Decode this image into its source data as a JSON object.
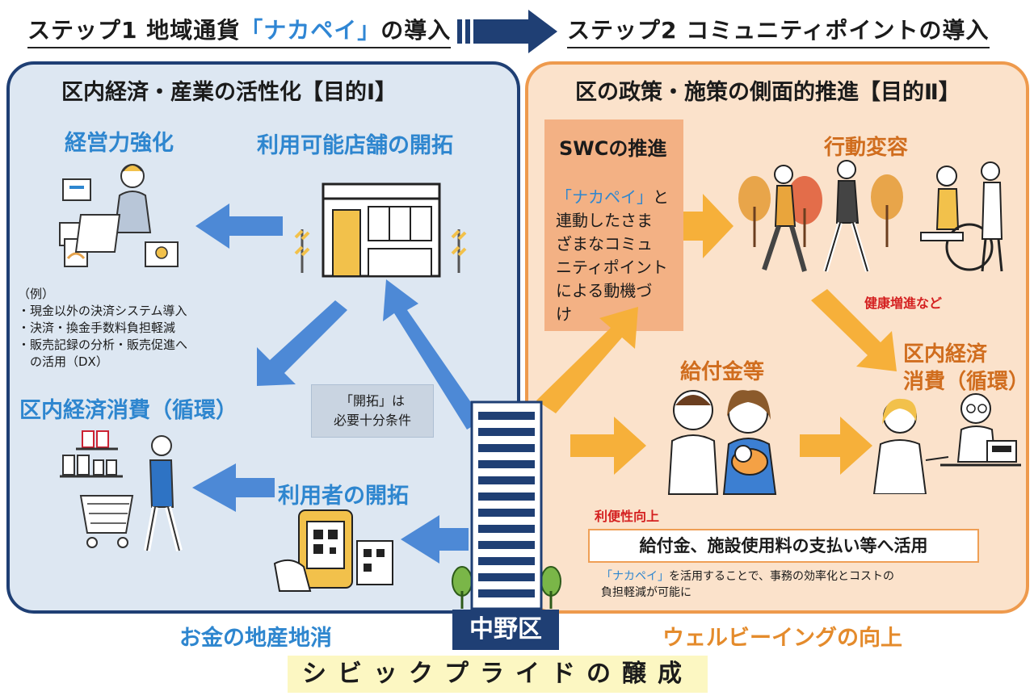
{
  "header": {
    "step1_prefix": "ステップ1 地域通貨",
    "step1_highlight": "「ナカペイ」",
    "step1_suffix": "の導入",
    "step2": "ステップ2 コミュニティポイントの導入"
  },
  "left_panel": {
    "title": "区内経済・産業の活性化【目的Ⅰ】",
    "management_label": "経営力強化",
    "stores_label": "利用可能店舗の開拓",
    "examples": [
      "（例）",
      "・現金以外の決済システム導入",
      "・決済・換金手数料負担軽減",
      "・販売記録の分析・販売促進へ",
      "　の活用（DX）"
    ],
    "circulation_label": "区内経済消費（循環）",
    "note_line1": "「開拓」は",
    "note_line2": "必要十分条件",
    "users_label": "利用者の開拓",
    "bottom_label": "お金の地産地消"
  },
  "center": {
    "ward": "中野区",
    "civic_pride": "シビックプライドの醸成"
  },
  "right_panel": {
    "title": "区の政策・施策の側面的推進【目的Ⅱ】",
    "swc_title": "SWCの推進",
    "swc_highlight": "「ナカペイ」",
    "swc_text_1": "と",
    "swc_lines": [
      "連動したさま",
      "ざまなコミュ",
      "ニティポイント",
      "による動機づ",
      "け"
    ],
    "behavior_label": "行動変容",
    "health_label": "健康増進など",
    "benefits_label": "給付金等",
    "economy_label_1": "区内経済",
    "economy_label_2": "消費（循環）",
    "convenience_label": "利便性向上",
    "usage_box": "給付金、施設使用料の支払い等へ活用",
    "efficiency_highlight": "「ナカペイ」",
    "efficiency_line1": "を活用することで、事務の効率化とコストの",
    "efficiency_line2": "負担軽減が可能に",
    "bottom_label": "ウェルビーイングの向上"
  },
  "colors": {
    "left_border": "#1f3f74",
    "left_fill": "#dde7f2",
    "right_border": "#ee9a4d",
    "right_fill": "#fbe2cb",
    "blue_arrow": "#4d89d6",
    "orange_arrow": "#f6b03a",
    "highlight_blue": "#2e86cf"
  }
}
